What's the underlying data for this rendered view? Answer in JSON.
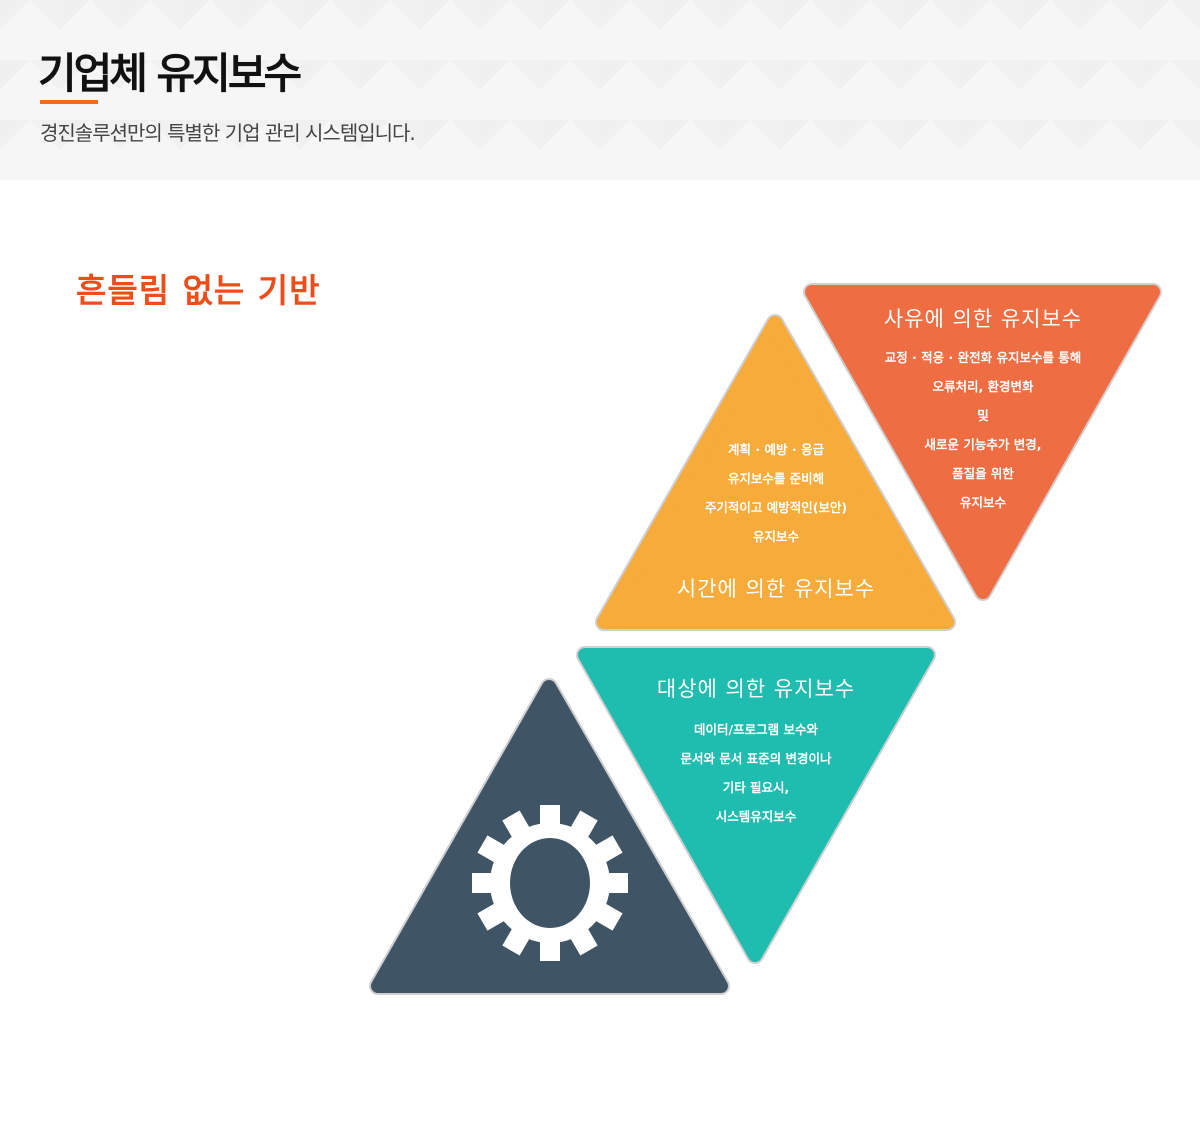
{
  "header": {
    "title": "기업체 유지보수",
    "subtitle": "경진솔루션만의 특별한 기업 관리 시스템입니다."
  },
  "section": {
    "title": "흔들림 없는 기반"
  },
  "colors": {
    "accent": "#f26b1d",
    "reason": "#ee6d43",
    "time": "#f7ab3b",
    "target": "#1fbcb0",
    "base": "#3f5566"
  },
  "cards": {
    "reason": {
      "title": "사유에 의한 유지보수",
      "lines": [
        "교정 · 적응 · 완전화 유지보수를 통해",
        "오류처리, 환경변화",
        "및",
        "새로운 기능추가 변경,",
        "품질을 위한",
        "유지보수"
      ]
    },
    "time": {
      "title": "시간에 의한 유지보수",
      "lines": [
        "계획 · 예방 · 응급",
        "유지보수를 준비해",
        "주기적이고 예방적인(보안)",
        "유지보수"
      ]
    },
    "target": {
      "title": "대상에 의한 유지보수",
      "lines": [
        "데이터/프로그램 보수와",
        "문서와 문서 표준의 변경이나",
        "기타 필요시,",
        "시스템유지보수"
      ]
    }
  }
}
